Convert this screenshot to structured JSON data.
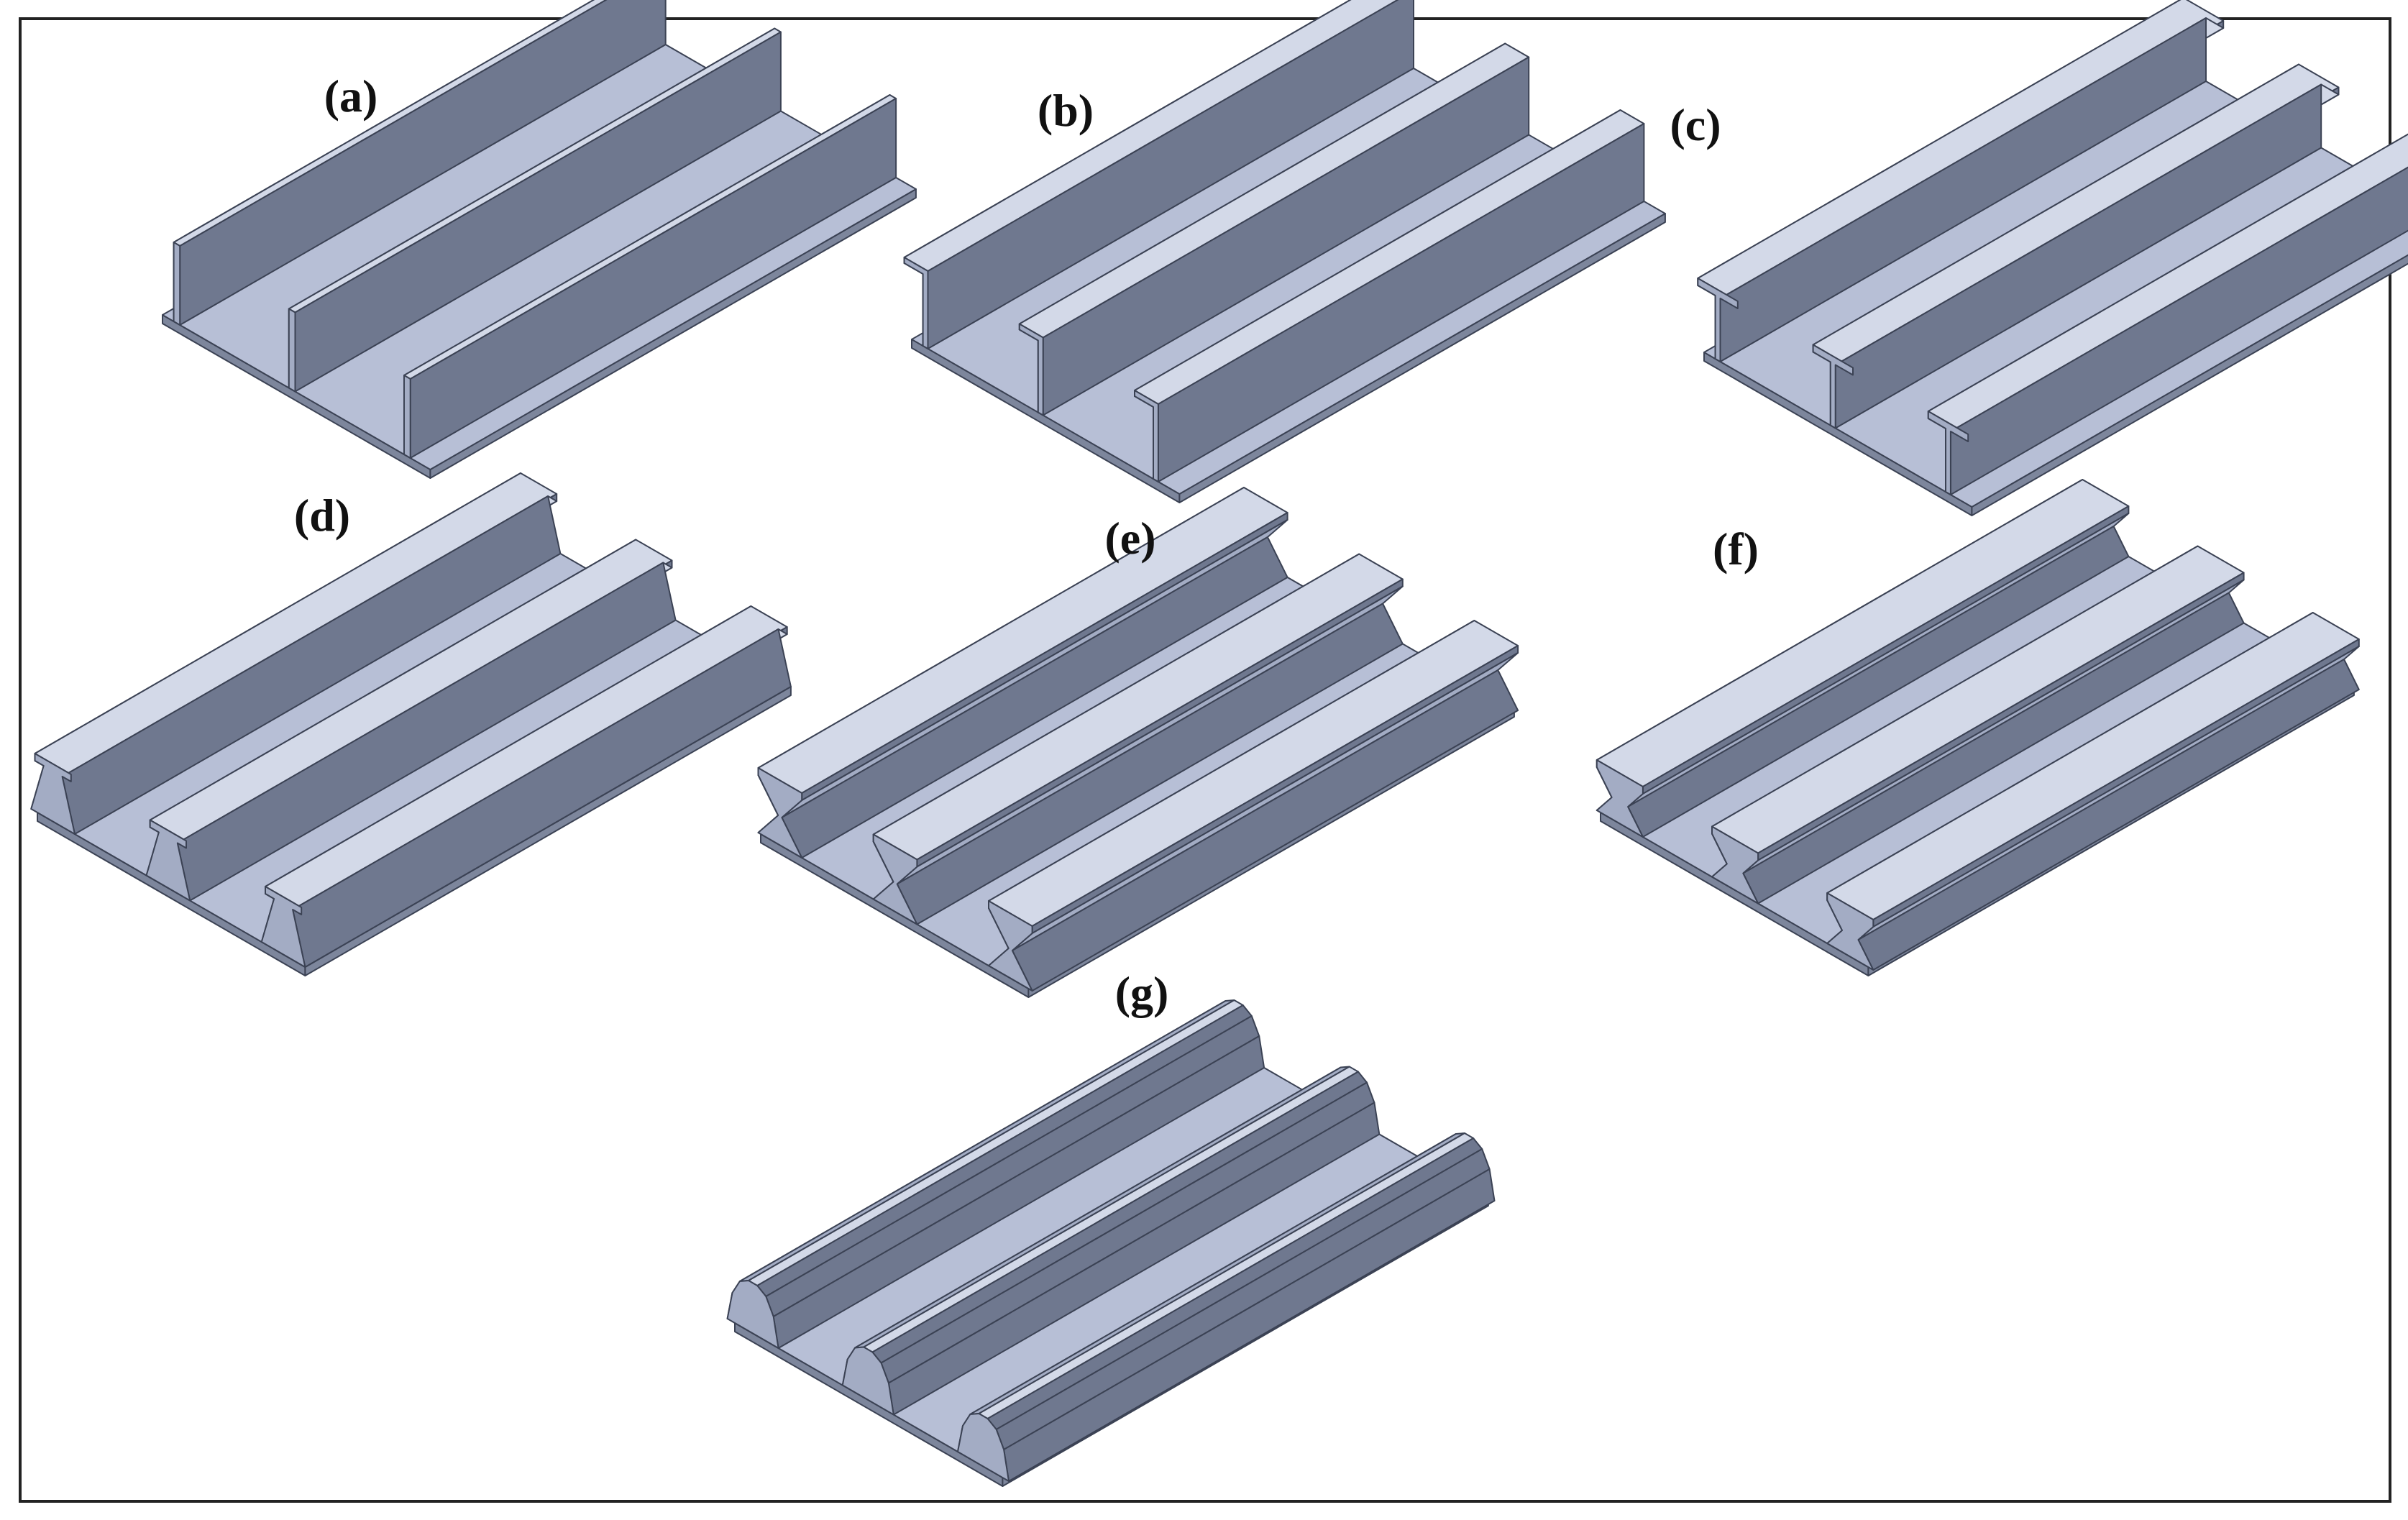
{
  "figure": {
    "panels": [
      {
        "label": "(a)",
        "stiffener": "blade",
        "stiffener_count": 3
      },
      {
        "label": "(b)",
        "stiffener": "angle",
        "stiffener_count": 3
      },
      {
        "label": "(c)",
        "stiffener": "tee",
        "stiffener_count": 3
      },
      {
        "label": "(d)",
        "stiffener": "hat-with-slanted-webs",
        "stiffener_count": 3
      },
      {
        "label": "(e)",
        "stiffener": "x-web",
        "stiffener_count": 3
      },
      {
        "label": "(f)",
        "stiffener": "double-x-web",
        "stiffener_count": 3
      },
      {
        "label": "(g)",
        "stiffener": "round-hat",
        "stiffener_count": 3
      }
    ]
  },
  "colors": {
    "plate_top": "#b7bfd6",
    "plate_edge": "#7d869c",
    "stiffener_face": "#a3acc4",
    "stiffener_shadow": "#6f788f",
    "stiffener_highlight": "#d3d9e8",
    "outline": "#3b4254"
  }
}
